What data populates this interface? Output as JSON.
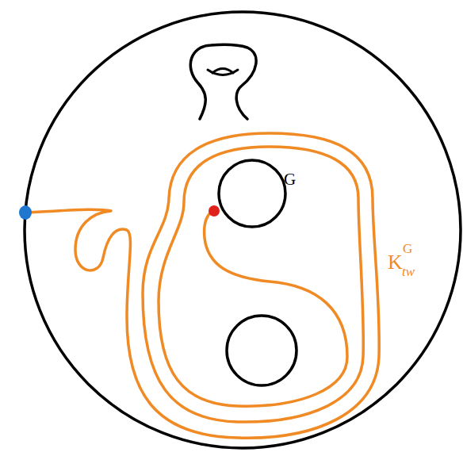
{
  "diagram": {
    "labels": [
      "G",
      "K",
      "tw",
      "G"
    ]
  }
}
